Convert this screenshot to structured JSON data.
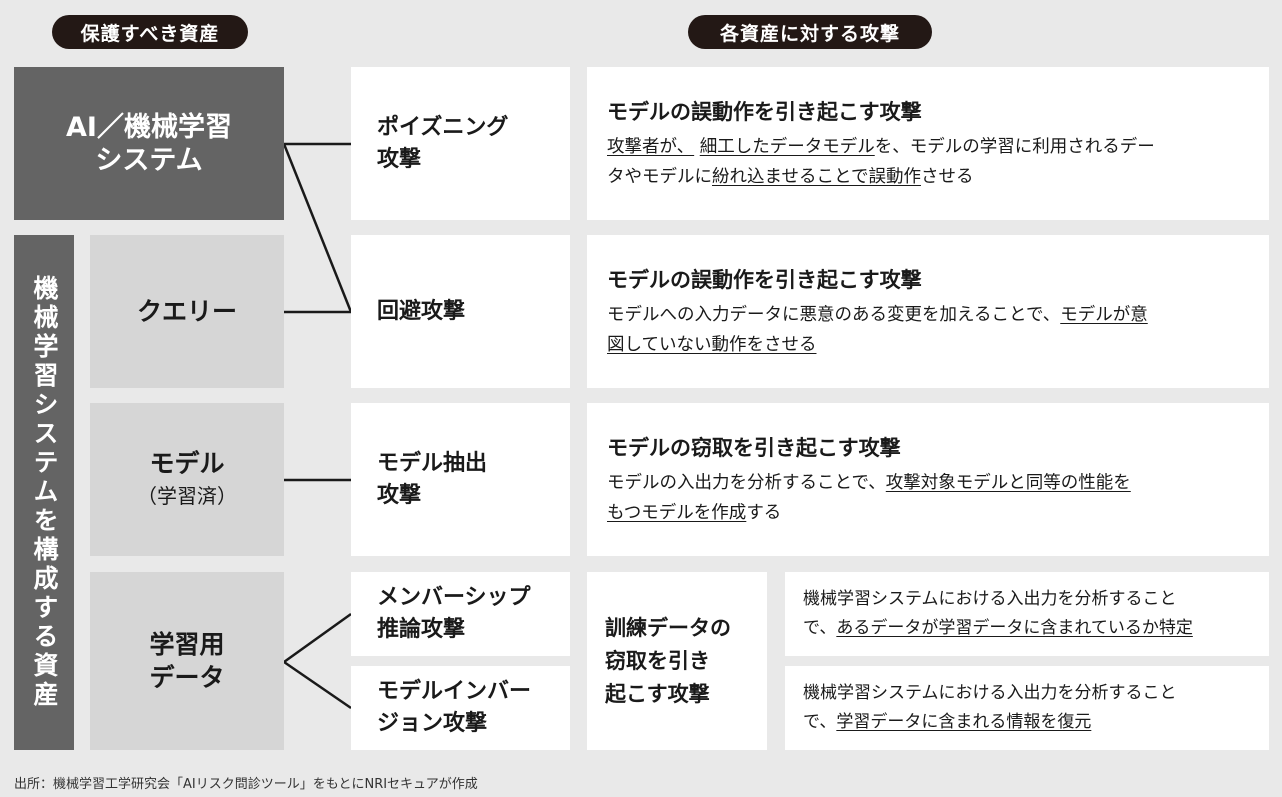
{
  "headers": {
    "assets": "保護すべき資産",
    "attacks": "各資産に対する攻撃"
  },
  "assets": {
    "ai_system": [
      "AI／機械学習",
      "システム"
    ],
    "ml_components_label": "機械学習システムを構成する資産",
    "query": "クエリー",
    "model": "モデル",
    "model_sub": "（学習済）",
    "training_data": [
      "学習用",
      "データ"
    ]
  },
  "attacks": {
    "poisoning": [
      "ポイズニング",
      "攻撃"
    ],
    "evasion": "回避攻撃",
    "model_extraction": [
      "モデル抽出",
      "攻撃"
    ],
    "membership_inference": [
      "メンバーシップ",
      "推論攻撃"
    ],
    "model_inversion": [
      "モデルインバー",
      "ジョン攻撃"
    ],
    "training_data_theft": [
      "訓練データの",
      "窃取を引き",
      "起こす攻撃"
    ]
  },
  "descriptions": {
    "poisoning": {
      "title": "モデルの誤動作を引き起こす攻撃",
      "p1": "攻撃者が、",
      "p2": "細工したデータモデル",
      "p3": "を、モデルの学習に利用されるデー",
      "p4": "タやモデルに",
      "p5": "紛れ込ませることで誤動作",
      "p6": "させる"
    },
    "evasion": {
      "title": "モデルの誤動作を引き起こす攻撃",
      "p1": "モデルへの入力データに悪意のある変更を加えることで、",
      "p2": "モデルが意",
      "p3": "図していない動作をさせる"
    },
    "extraction": {
      "title": "モデルの窃取を引き起こす攻撃",
      "p1": "モデルの入出力を分析することで、",
      "p2": "攻撃対象モデルと同等の性能を",
      "p3": "もつモデルを作成",
      "p4": "する"
    },
    "membership": {
      "p1": "機械学習システムにおける入出力を分析すること",
      "p2": "で、",
      "p3": "あるデータが学習データに含まれているか特定"
    },
    "inversion": {
      "p1": "機械学習システムにおける入出力を分析すること",
      "p2": "で、",
      "p3": "学習データに含まれる情報を復元"
    }
  },
  "source": "出所：機械学習工学研究会「AIリスク問診ツール」をもとにNRIセキュアが作成",
  "colors": {
    "background": "#e9e9e9",
    "dark_box": "#646464",
    "light_box": "#d6d6d6",
    "pill": "#231815"
  }
}
